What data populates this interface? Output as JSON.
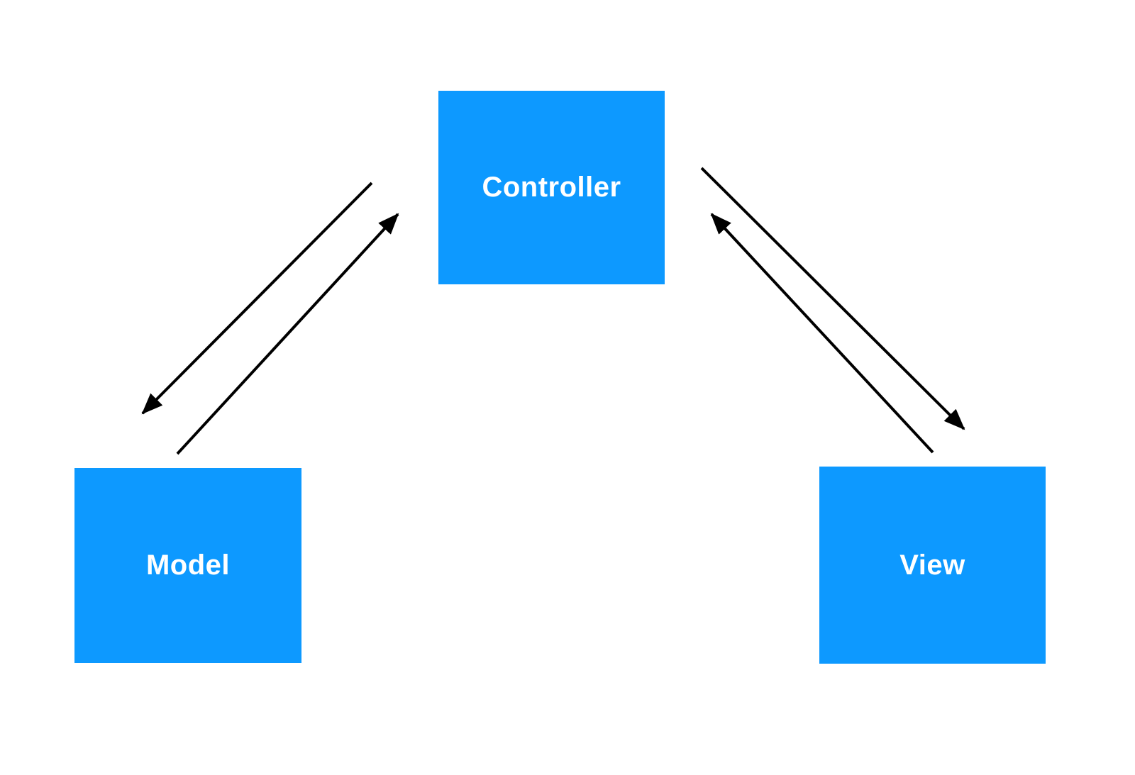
{
  "nodes": {
    "controller": {
      "label": "Controller"
    },
    "model": {
      "label": "Model"
    },
    "view": {
      "label": "View"
    }
  },
  "edges": [
    {
      "from": "controller",
      "to": "model"
    },
    {
      "from": "model",
      "to": "controller"
    },
    {
      "from": "controller",
      "to": "view"
    },
    {
      "from": "view",
      "to": "controller"
    }
  ],
  "colors": {
    "background": "#ffffff",
    "node_fill": "#0d99ff",
    "node_text": "#ffffff",
    "arrow": "#000000"
  }
}
